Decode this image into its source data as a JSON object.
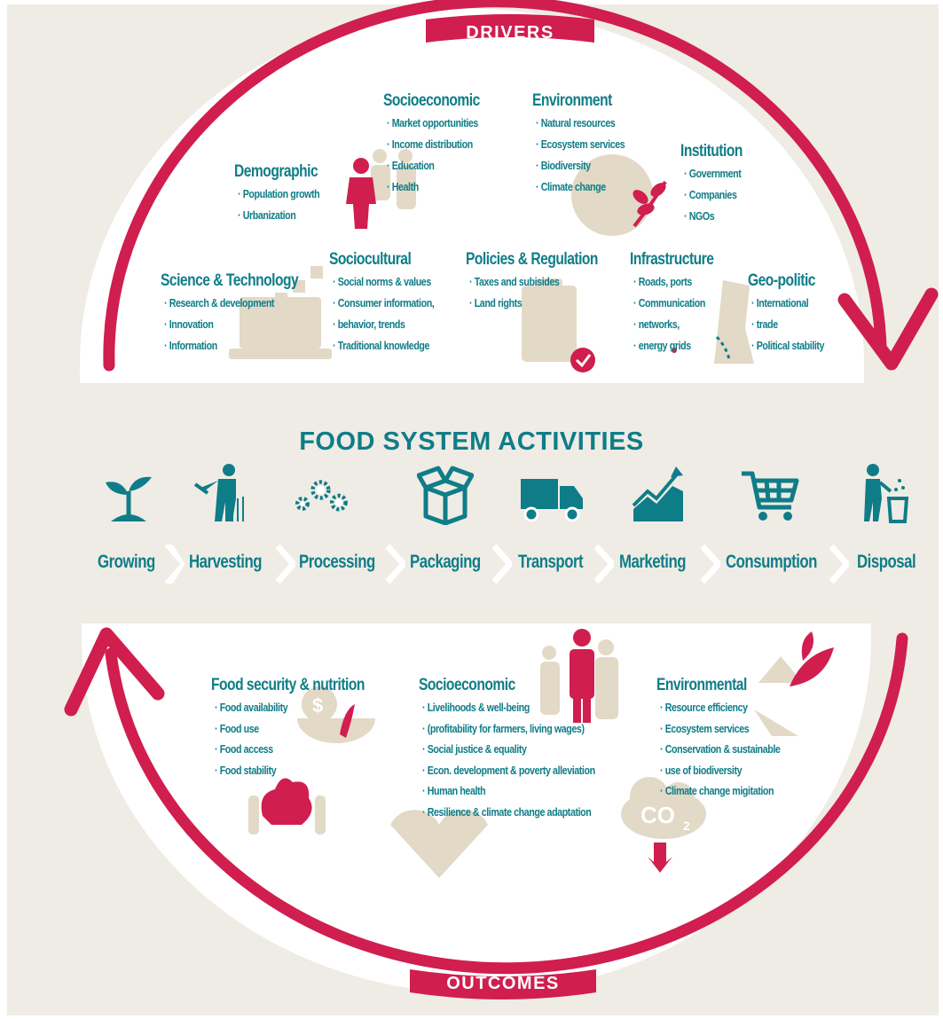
{
  "colors": {
    "teal": "#0f7d88",
    "red": "#d01e4f",
    "beige": "#efece5",
    "icon_tan": "#e2d9c6"
  },
  "drivers": {
    "banner": "DRIVERS",
    "groups": {
      "socioeconomic": {
        "title": "Socioeconomic",
        "items": [
          "Market opportunities",
          "Income distribution",
          "Education",
          "Health"
        ]
      },
      "environment": {
        "title": "Environment",
        "items": [
          "Natural resources",
          "Ecosystem services",
          "Biodiversity",
          "Climate change"
        ]
      },
      "institution": {
        "title": "Institution",
        "items": [
          "Government",
          "Companies",
          "NGOs"
        ]
      },
      "demographic": {
        "title": "Demographic",
        "items": [
          "Population growth",
          "Urbanization"
        ]
      },
      "science": {
        "title": "Science & Technology",
        "items": [
          "Research & development",
          "Innovation",
          "Information"
        ]
      },
      "sociocultural": {
        "title": "Sociocultural",
        "items": [
          "Social norms & values",
          "Consumer information,",
          "behavior, trends",
          "Traditional knowledge"
        ]
      },
      "policies": {
        "title": "Policies & Regulation",
        "items": [
          "Taxes and subisides",
          "Land rights"
        ]
      },
      "infrastructure": {
        "title": "Infrastructure",
        "items": [
          "Roads, ports",
          "Communication",
          "networks,",
          "energy grids"
        ]
      },
      "geopolitic": {
        "title": "Geo-politic",
        "items": [
          "International",
          "trade",
          "Political stability"
        ]
      }
    }
  },
  "activities": {
    "title": "FOOD SYSTEM ACTIVITIES",
    "stages": [
      {
        "label": "Growing",
        "icon": "seedling-icon"
      },
      {
        "label": "Harvesting",
        "icon": "farmer-harvesting-icon"
      },
      {
        "label": "Processing",
        "icon": "gears-icon"
      },
      {
        "label": "Packaging",
        "icon": "box-icon"
      },
      {
        "label": "Transport",
        "icon": "truck-icon"
      },
      {
        "label": "Marketing",
        "icon": "growth-chart-icon"
      },
      {
        "label": "Consumption",
        "icon": "shopping-cart-icon"
      },
      {
        "label": "Disposal",
        "icon": "trash-bin-icon"
      }
    ]
  },
  "outcomes": {
    "banner": "OUTCOMES",
    "groups": {
      "food_security": {
        "title": "Food security & nutrition",
        "items": [
          "Food availability",
          "Food use",
          "Food access",
          "Food stability"
        ]
      },
      "socioeconomic": {
        "title": "Socioeconomic",
        "items": [
          "Livelihoods & well-being",
          "(profitability for farmers, living wages)",
          "Social justice & equality",
          "Econ. development & poverty alleviation",
          "Human health",
          "Resilience & climate change adaptation"
        ]
      },
      "environmental": {
        "title": "Environmental",
        "items": [
          "Resource efficiency",
          "Ecosystem services",
          "Conservation & sustainable",
          "use of biodiversity",
          "Climate change migitation"
        ]
      }
    },
    "co2_label": "CO",
    "co2_sub": "2",
    "dollar_label": "$"
  }
}
